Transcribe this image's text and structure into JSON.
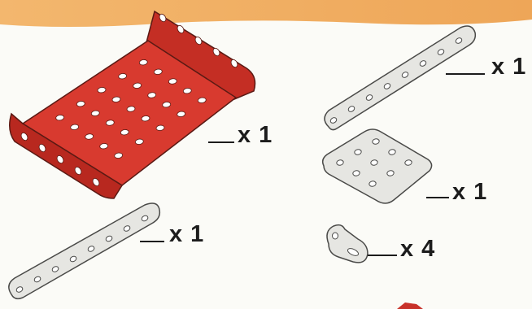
{
  "colors": {
    "banner": "#f0ad62",
    "plate_red": "#d83a2f",
    "plate_red_dark": "#a8241c",
    "strip_silver": "#e4e4e0",
    "outline": "#4a4a48",
    "label": "#1c1c1c"
  },
  "parts": [
    {
      "id": "flanged-plate",
      "color": "red",
      "quantity_label": "x 1"
    },
    {
      "id": "long-strip",
      "color": "silver",
      "quantity_label": "x 1"
    },
    {
      "id": "top-strip",
      "color": "silver",
      "quantity_label": "x 1"
    },
    {
      "id": "square-plate",
      "color": "silver",
      "quantity_label": "x 1"
    },
    {
      "id": "angle-bracket",
      "color": "silver",
      "quantity_label": "x 4"
    }
  ]
}
